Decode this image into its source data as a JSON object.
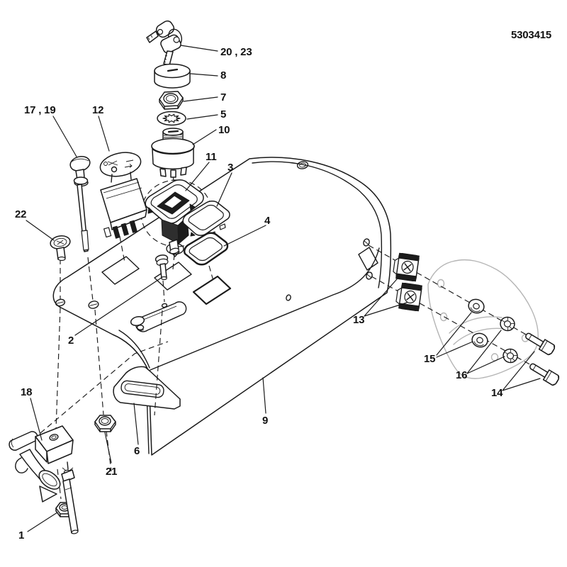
{
  "diagram": {
    "type": "exploded-parts-diagram",
    "drawing_number": "5303415",
    "background": "#ffffff",
    "line_color": "#1a1a1a",
    "ghost_part_color": "#b5b5b5",
    "callouts": [
      {
        "label": "20 , 23"
      },
      {
        "label": "8"
      },
      {
        "label": "7"
      },
      {
        "label": "5"
      },
      {
        "label": "10"
      },
      {
        "label": "17 , 19"
      },
      {
        "label": "12"
      },
      {
        "label": "22"
      },
      {
        "label": "11"
      },
      {
        "label": "3"
      },
      {
        "label": "4"
      },
      {
        "label": "2"
      },
      {
        "label": "18"
      },
      {
        "label": "21"
      },
      {
        "label": "6"
      },
      {
        "label": "9"
      },
      {
        "label": "1"
      },
      {
        "label": "13"
      },
      {
        "label": "15"
      },
      {
        "label": "16"
      },
      {
        "label": "14"
      }
    ]
  }
}
